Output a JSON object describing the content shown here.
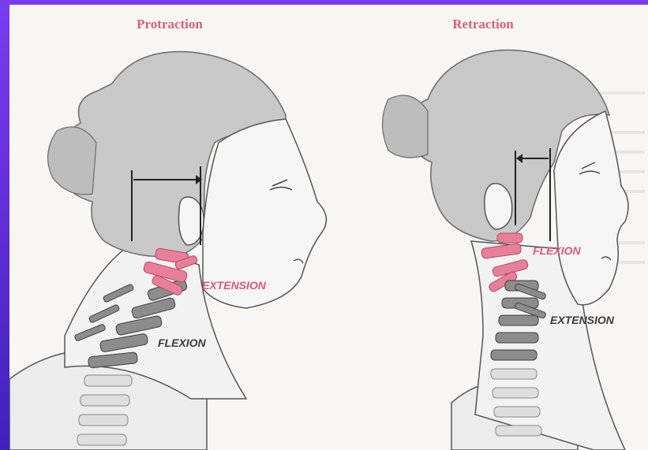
{
  "panels": [
    {
      "title": "Protraction",
      "pink_label": "EXTENSION",
      "dark_label": "FLEXION"
    },
    {
      "title": "Retraction",
      "pink_label": "FLEXION",
      "dark_label": "EXTENSION"
    }
  ],
  "colors": {
    "frame": "#6a2fd6",
    "paper": "#f7f6f3",
    "hair": "#c8c8c8",
    "vertebra_gray": "#8c8c8c",
    "vertebra_pink": "#e77f9a",
    "title_pink": "#d9607a"
  },
  "icons": [
    "arrow-right",
    "arrow-left"
  ]
}
